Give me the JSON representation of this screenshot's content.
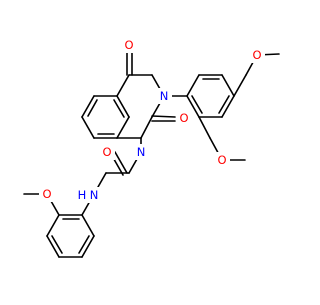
{
  "structure": {
    "colors": {
      "bond": "#000000",
      "oxygen": "#ff0000",
      "nitrogen": "#0000ff",
      "background": "#ffffff"
    },
    "atoms": {
      "o_ketone": "O",
      "n3": "N",
      "n1": "N",
      "o_c2": "O",
      "o_amide": "O",
      "n_amide": "N",
      "h_amide": "H",
      "o_ome_top": "O",
      "o_ome_ortho": "O",
      "o_ome_bottom": "O"
    }
  }
}
